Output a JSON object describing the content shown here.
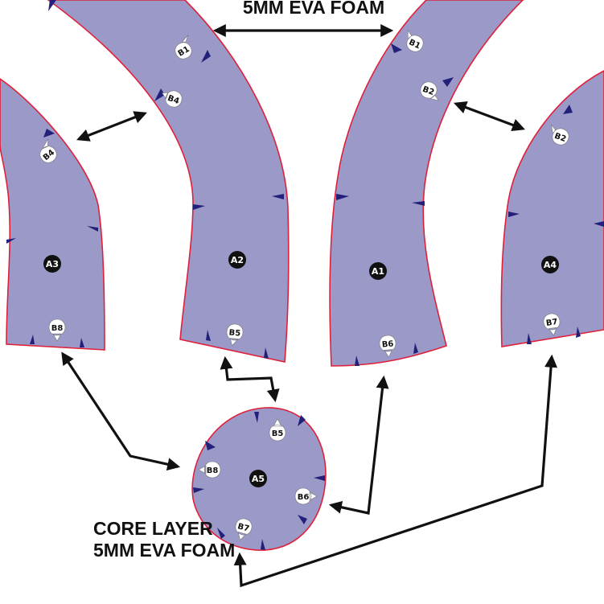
{
  "diagram": {
    "top_caption": "5MM EVA FOAM",
    "core_caption_line1": "CORE LAYER",
    "core_caption_line2": "5MM EVA FOAM",
    "colors": {
      "piece_fill": "#9a99c8",
      "piece_outline": "#e0203a",
      "notch": "#23207a",
      "piece_label_bg": "#111111",
      "marker_bg": "#ffffff",
      "arrow": "#111111"
    },
    "pieces": {
      "a1": "A1",
      "a2": "A2",
      "a3": "A3",
      "a4": "A4",
      "a5": "A5"
    },
    "markers": {
      "b1_on_a2": "B1",
      "b4_on_a2": "B4",
      "b4_on_a3": "B4",
      "b1_on_a1": "B1",
      "b2_on_a1": "B2",
      "b2_on_a4": "B2",
      "b8_on_a3": "B8",
      "b5_on_a2": "B5",
      "b6_on_a1": "B6",
      "b7_on_a4": "B7",
      "b5_on_a5": "B5",
      "b8_on_a5": "B8",
      "b6_on_a5": "B6",
      "b7_on_a5": "B7"
    }
  }
}
